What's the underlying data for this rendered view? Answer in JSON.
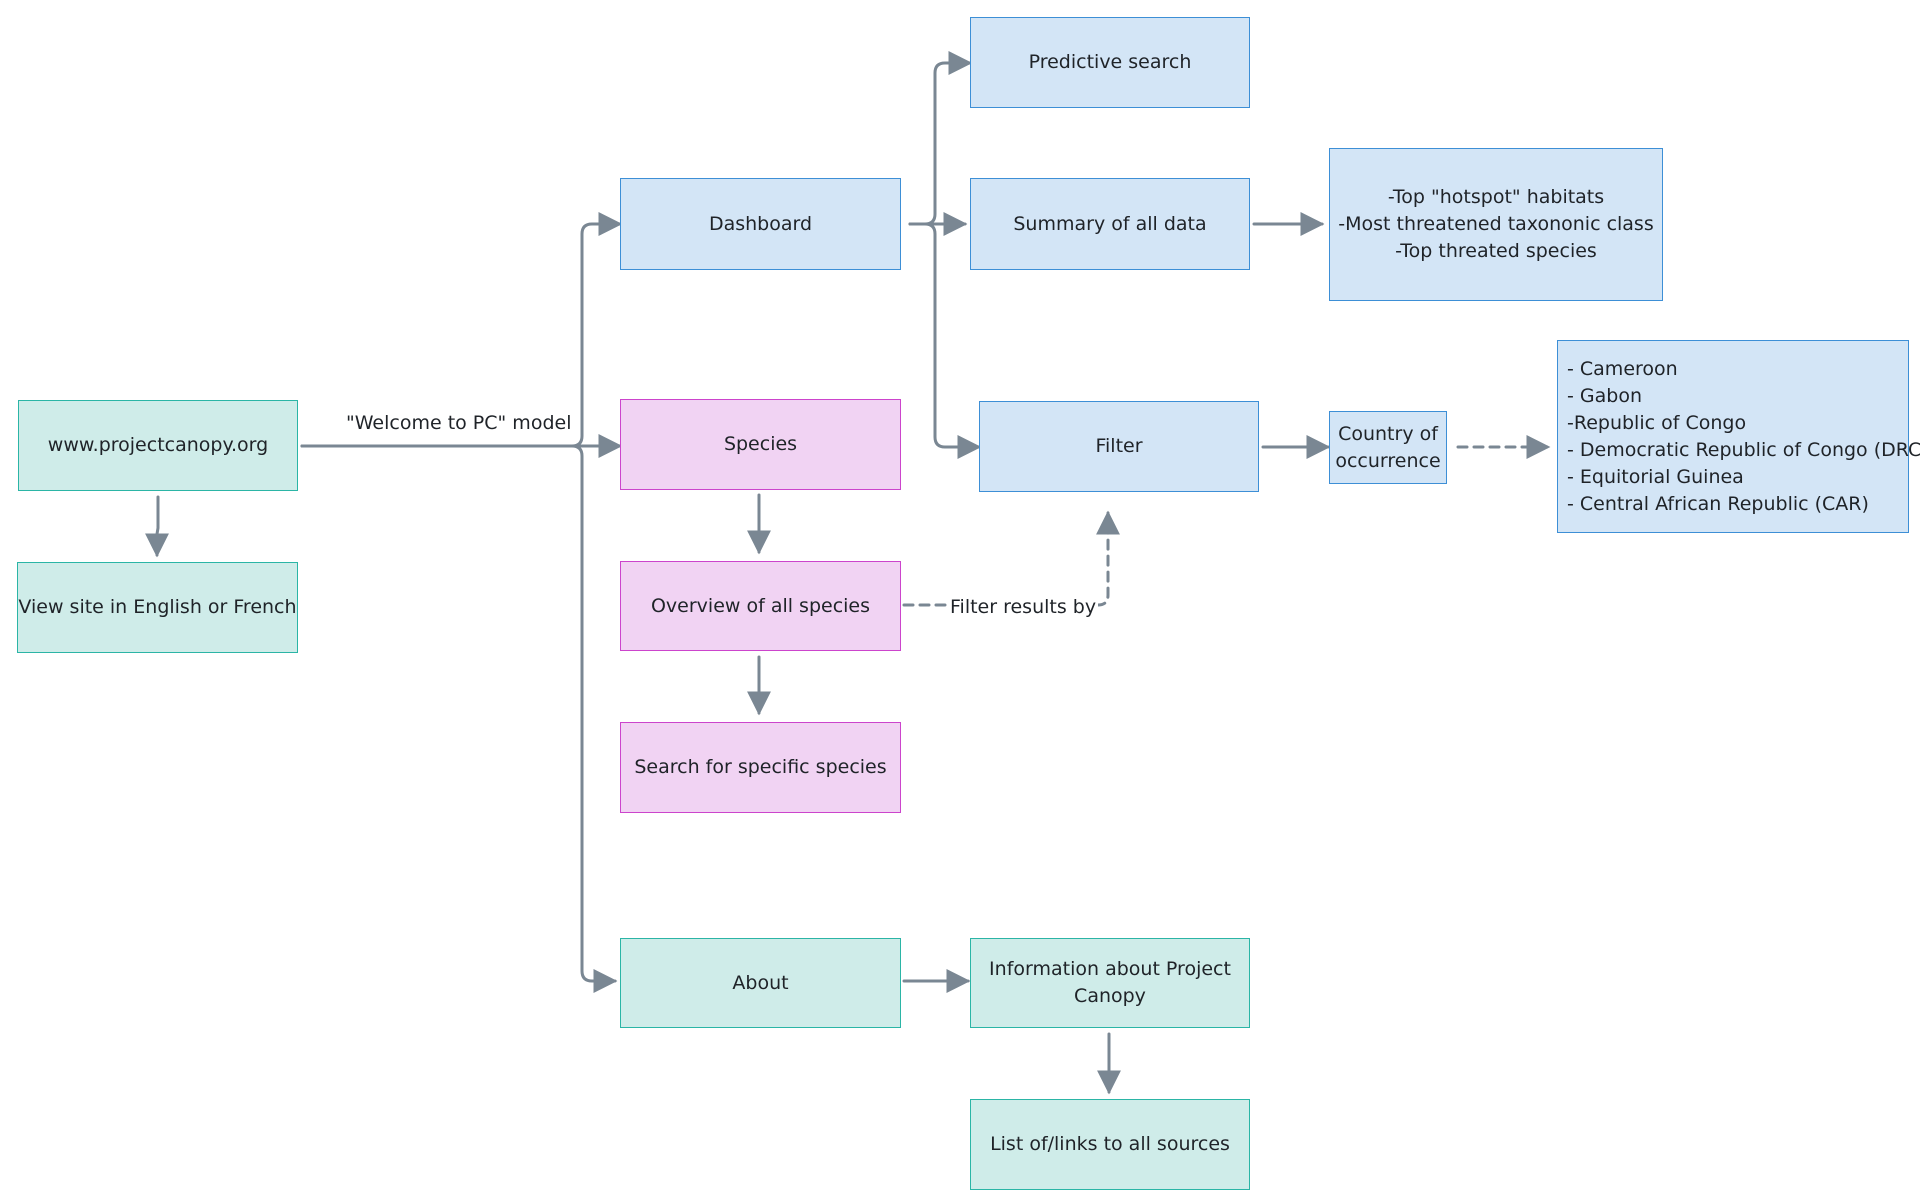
{
  "colors": {
    "teal_fill": "#cfece9",
    "teal_border": "#2bb5a6",
    "blue_fill": "#d3e5f6",
    "blue_border": "#3d8fd6",
    "pink_fill": "#f1d3f3",
    "pink_border": "#cc44cc",
    "edge": "#7a8793"
  },
  "nodes": {
    "website": {
      "lines": [
        "www.projectcanopy.org"
      ]
    },
    "language": {
      "lines": [
        "View site in English or French"
      ]
    },
    "dashboard": {
      "lines": [
        "Dashboard"
      ]
    },
    "species": {
      "lines": [
        "Species"
      ]
    },
    "overview": {
      "lines": [
        "Overview of all species"
      ]
    },
    "search_species": {
      "lines": [
        "Search for specific species"
      ]
    },
    "about": {
      "lines": [
        "About"
      ]
    },
    "predictive_search": {
      "lines": [
        "Predictive search"
      ]
    },
    "summary": {
      "lines": [
        "Summary of all data"
      ]
    },
    "summary_detail": {
      "lines": [
        "-Top \"hotspot\" habitats",
        "-Most threatened taxononic class",
        "-Top threated species"
      ]
    },
    "filter": {
      "lines": [
        "Filter"
      ]
    },
    "country": {
      "lines": [
        "Country of",
        "occurrence"
      ]
    },
    "countries_list": {
      "lines": [
        "- Cameroon",
        "- Gabon",
        "-Republic of Congo",
        "- Democratic Republic of Congo (DRC)",
        "- Equitorial Guinea",
        "- Central African Republic (CAR)"
      ]
    },
    "info": {
      "lines": [
        "Information about Project",
        "Canopy"
      ]
    },
    "sources": {
      "lines": [
        "List of/links to all sources"
      ]
    }
  },
  "edge_labels": {
    "welcome": "\"Welcome to PC\" model",
    "filter_results": "Filter results by"
  },
  "edges": [
    {
      "from": "website",
      "to": "language",
      "style": "solid"
    },
    {
      "from": "website",
      "to": "dashboard",
      "style": "solid"
    },
    {
      "from": "website",
      "to": "species",
      "style": "solid",
      "label": "welcome"
    },
    {
      "from": "website",
      "to": "about",
      "style": "solid"
    },
    {
      "from": "dashboard",
      "to": "predictive_search",
      "style": "solid"
    },
    {
      "from": "dashboard",
      "to": "summary",
      "style": "solid"
    },
    {
      "from": "dashboard",
      "to": "filter",
      "style": "solid"
    },
    {
      "from": "summary",
      "to": "summary_detail",
      "style": "solid"
    },
    {
      "from": "filter",
      "to": "country",
      "style": "solid"
    },
    {
      "from": "country",
      "to": "countries_list",
      "style": "dashed"
    },
    {
      "from": "species",
      "to": "overview",
      "style": "solid"
    },
    {
      "from": "overview",
      "to": "search_species",
      "style": "solid"
    },
    {
      "from": "overview",
      "to": "filter",
      "style": "dashed",
      "label": "filter_results"
    },
    {
      "from": "about",
      "to": "info",
      "style": "solid"
    },
    {
      "from": "info",
      "to": "sources",
      "style": "solid"
    }
  ]
}
